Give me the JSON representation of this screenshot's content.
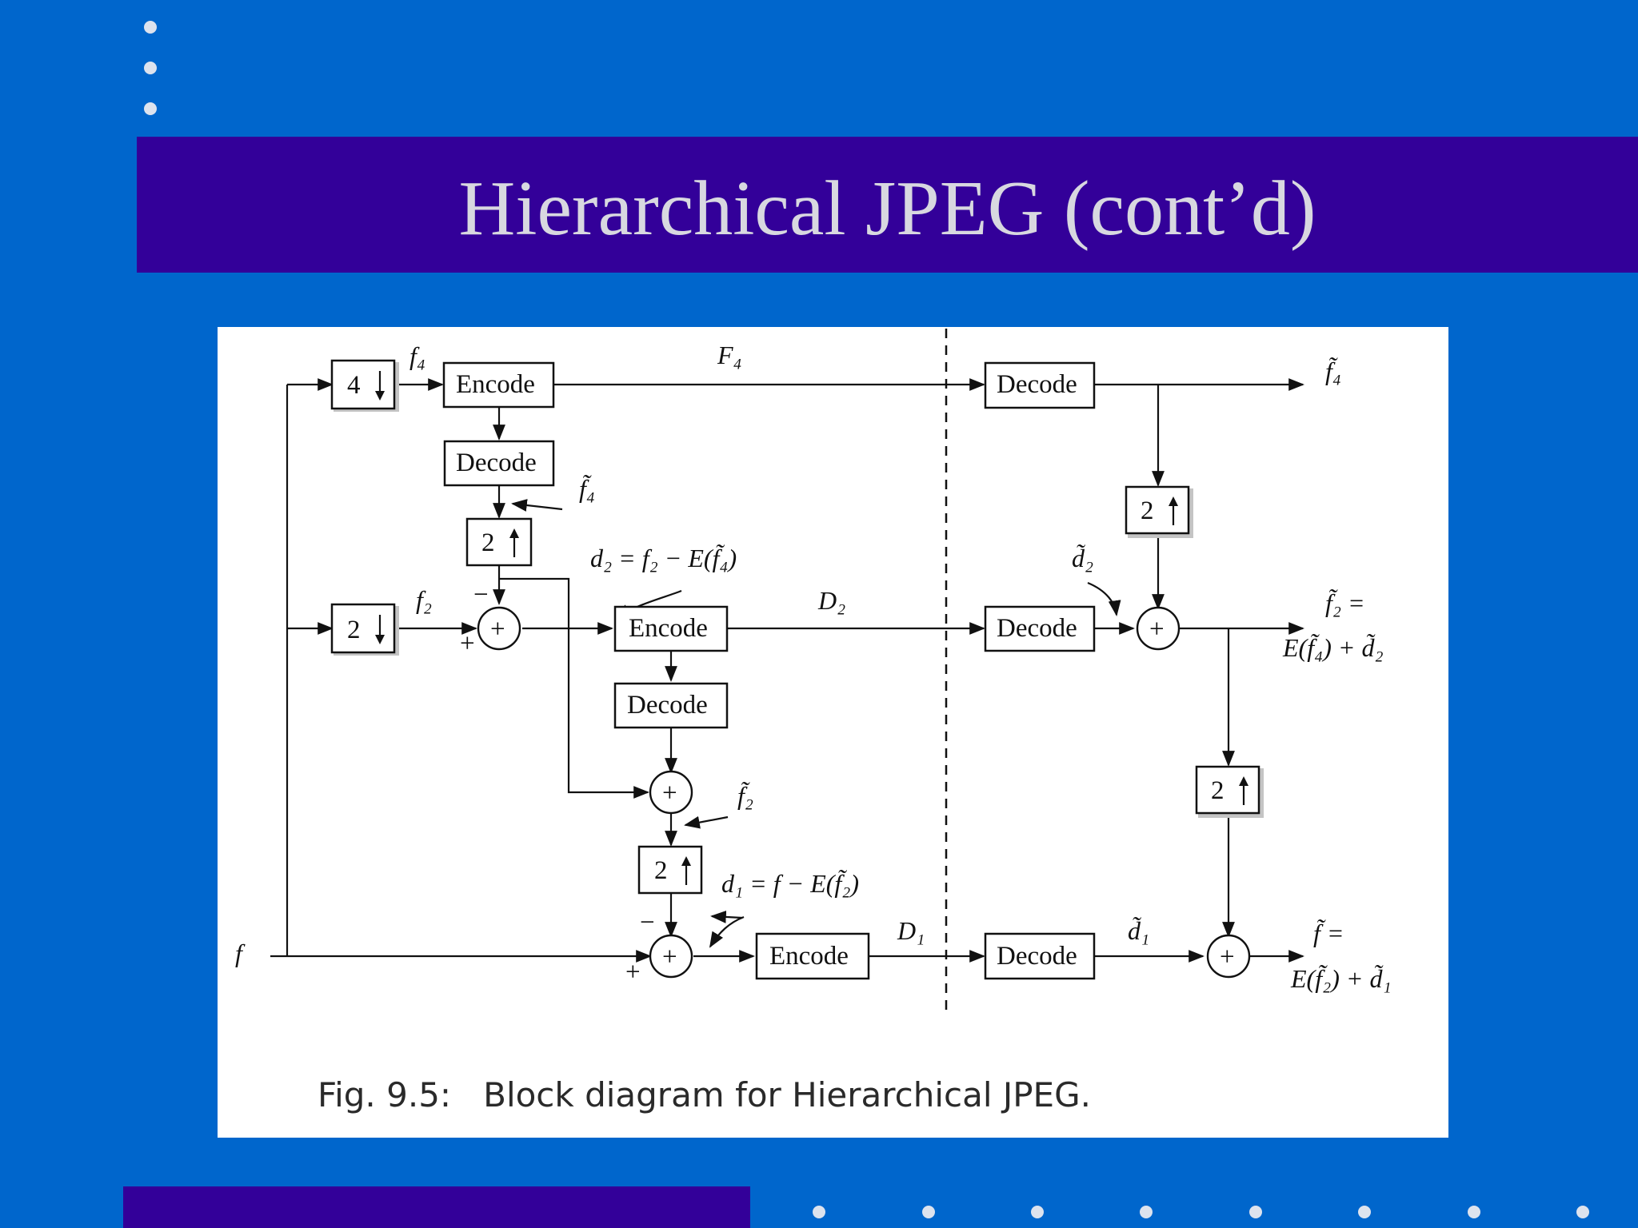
{
  "slide": {
    "title": "Hierarchical JPEG (cont’d)",
    "colors": {
      "background": "#0066cc",
      "title_bar": "#330099",
      "title_text": "#d8d8e0",
      "panel": "#ffffff"
    }
  },
  "diagram": {
    "caption": "Fig. 9.5:   Block diagram for Hierarchical JPEG.",
    "blocks": {
      "down4": "4",
      "down2": "2",
      "encode": "Encode",
      "decode": "Decode",
      "up2": "2"
    },
    "labels": {
      "f": "f",
      "f4": "f₄",
      "f2": "f₂",
      "F4": "F₄",
      "D2": "D₂",
      "D1": "D₁",
      "f4_tilde": "f̃₄",
      "f2_tilde": "f̃₂",
      "d2_tilde": "d̃₂",
      "d1_tilde": "d̃₁",
      "d2_eq": "d₂ = f₂ − E(f̃₄)",
      "d1_eq": "d₁ = f − E(f̃₂)",
      "f2_out_line1": "f̃₂ =",
      "f2_out_line2": "E(f̃₄) + d̃₂",
      "f_out_line1": "f̃ =",
      "f_out_line2": "E(f̃₂) + d̃₁",
      "plus": "+",
      "minus": "−"
    }
  }
}
